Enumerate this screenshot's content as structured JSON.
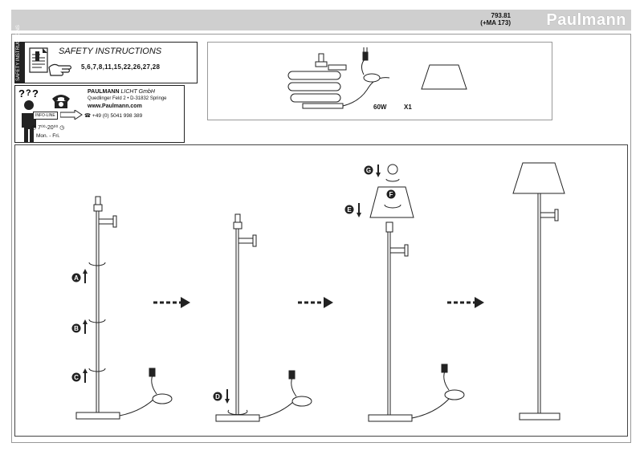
{
  "header": {
    "model_number": "793.81",
    "model_code": "(+MA 173)",
    "brand": "Paulmann"
  },
  "safety": {
    "side_label": "SAFETY INSTRUCTIONS",
    "title": "SAFETY INSTRUCTIONS",
    "pages": "5,6,7,8,11,15,22,26,27,28"
  },
  "contact": {
    "company": "PAULMANN",
    "company_suffix": "LICHT GmbH",
    "address": "Quedlinger Feld 2 • D-31832 Springe",
    "website": "www.Paulmann.com",
    "phone": "+49 (0) 5041 998 389",
    "infoline": "INFO-LINE",
    "hours": "7⁰⁰-20⁰⁰",
    "days": "Mon. - Fri."
  },
  "parts": {
    "wattage": "60W",
    "shade_quantity": "X1"
  },
  "steps": {
    "markers": [
      "A",
      "B",
      "C",
      "D",
      "E",
      "F",
      "G"
    ]
  },
  "colors": {
    "header_bar": "#cfcfcf",
    "line": "#222222"
  }
}
